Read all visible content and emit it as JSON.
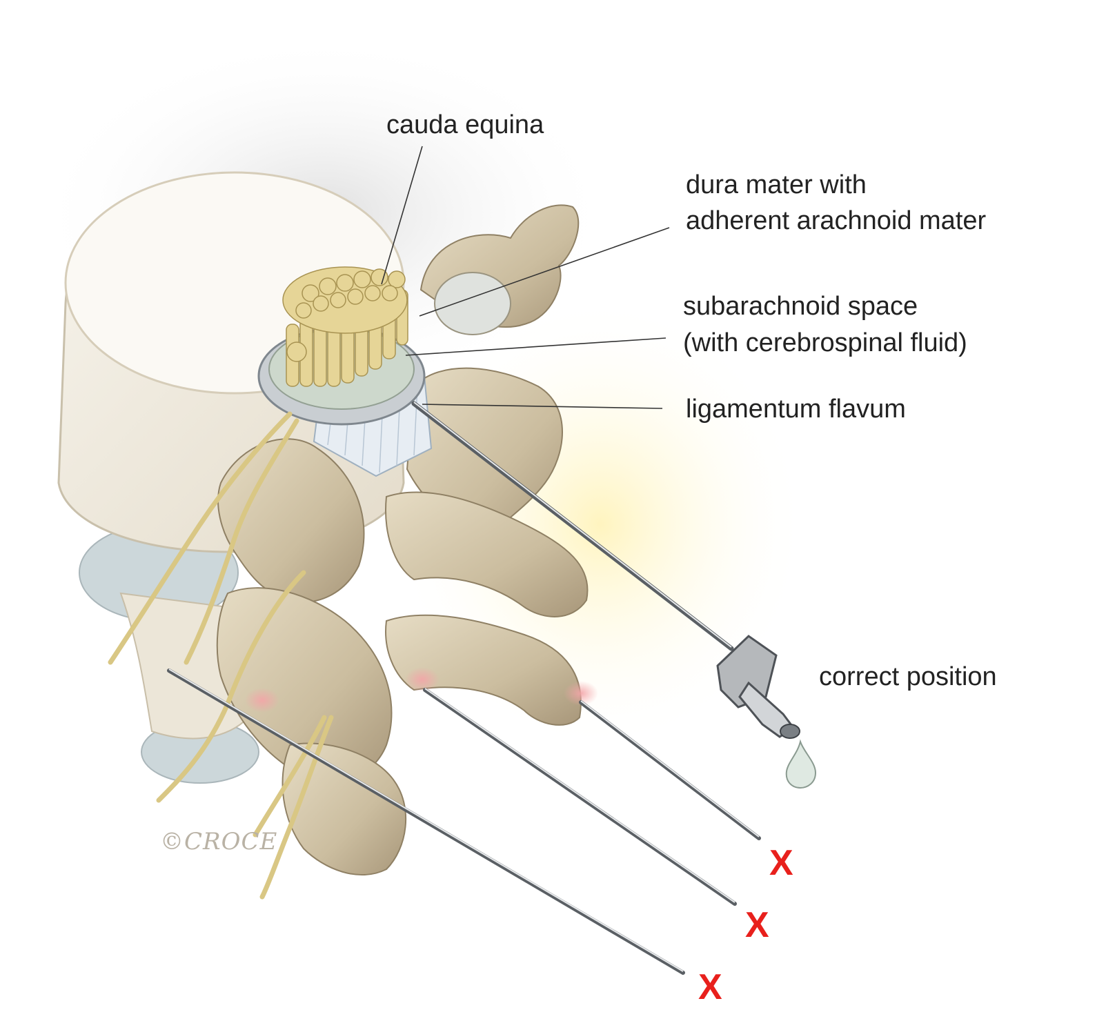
{
  "labels": {
    "cauda_equina": "cauda equina",
    "dura_line1": "dura mater with",
    "dura_line2": "adherent arachnoid mater",
    "subarachnoid_line1": "subarachnoid space",
    "subarachnoid_line2": "(with cerebrospinal fluid)",
    "ligamentum": "ligamentum flavum",
    "correct": "correct position"
  },
  "incorrect_mark": "X",
  "signature": "©CROCE",
  "colors": {
    "label_text": "#222222",
    "incorrect_mark": "#e8201c",
    "bone": "#d9cfb8",
    "bone_shadow": "#b2a387",
    "disc": "#c9d3d6",
    "nerve": "#e3d49a",
    "ligament": "#dfe6ee",
    "needle": "#8f9499",
    "glow": "#fff6c4"
  }
}
